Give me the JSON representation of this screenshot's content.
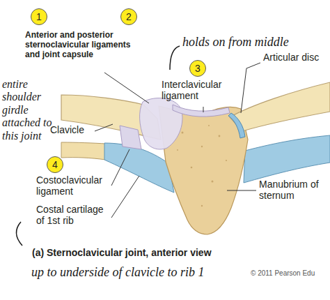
{
  "diagram": {
    "caption": "(a) Sternoclavicular joint, anterior view",
    "nodes": [
      {
        "text": [
          "1"
        ]
      },
      {
        "text": [
          "2"
        ]
      },
      {
        "text": [
          "3"
        ]
      },
      {
        "text": [
          "4"
        ]
      }
    ],
    "labels": [
      "Anterior and posterior sternoclavicular ligaments and joint capsule",
      "holds on from middle",
      "Interclavicular ligament",
      "Articular disc",
      "entire shoulder girdle attached to this joint",
      "Clavicle",
      "Costoclavicular ligament",
      "Costal cartilage of 1st rib",
      "Manubrium of sternum",
      "up to underside of clavicle to rib 1",
      "© 2011 Pearson Edu"
    ]
  }
}
